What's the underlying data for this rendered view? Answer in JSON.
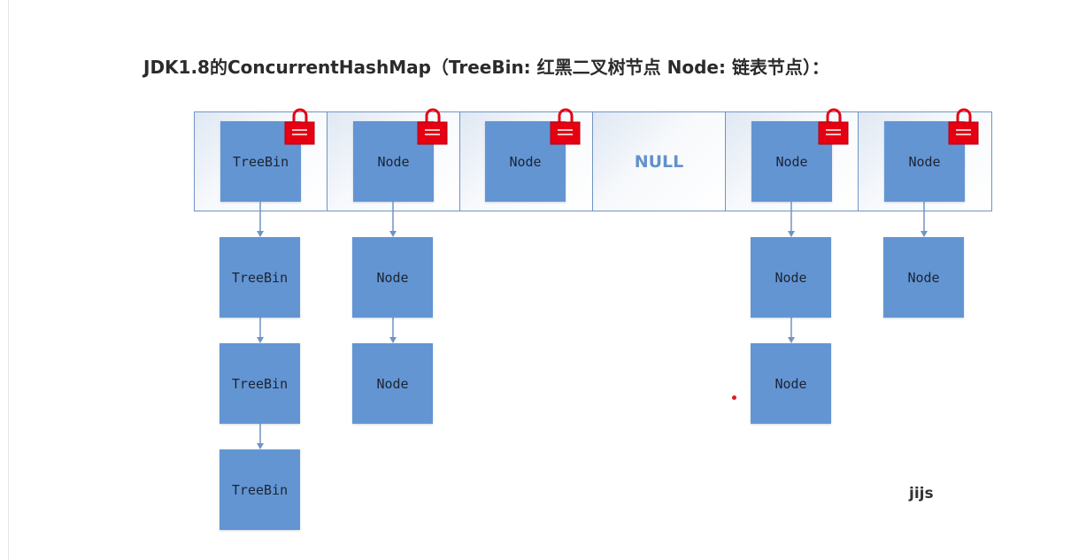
{
  "heading": {
    "prefix": "JDK1.8的ConcurrentHashMap（TreeBin: ",
    "treebin_desc": "红黑二叉树节点",
    "middle": " Node: ",
    "node_desc": "链表节点",
    "suffix": "）："
  },
  "diagram": {
    "bucket_labels": [
      "TreeBin",
      "Node",
      "Node",
      "NULL",
      "Node",
      "Node"
    ],
    "locked_buckets": [
      true,
      true,
      true,
      false,
      true,
      true
    ],
    "chains": [
      [
        "TreeBin",
        "TreeBin",
        "TreeBin"
      ],
      [
        "Node",
        "Node"
      ],
      [],
      [],
      [
        "Node",
        "Node"
      ],
      [
        "Node"
      ]
    ]
  },
  "watermark": "jijs",
  "colors": {
    "node_fill": "#6395d3",
    "array_border": "#6f94c4",
    "null_text": "#6391c9",
    "lock_red": "#e60012",
    "arrow": "#6f94c4"
  }
}
